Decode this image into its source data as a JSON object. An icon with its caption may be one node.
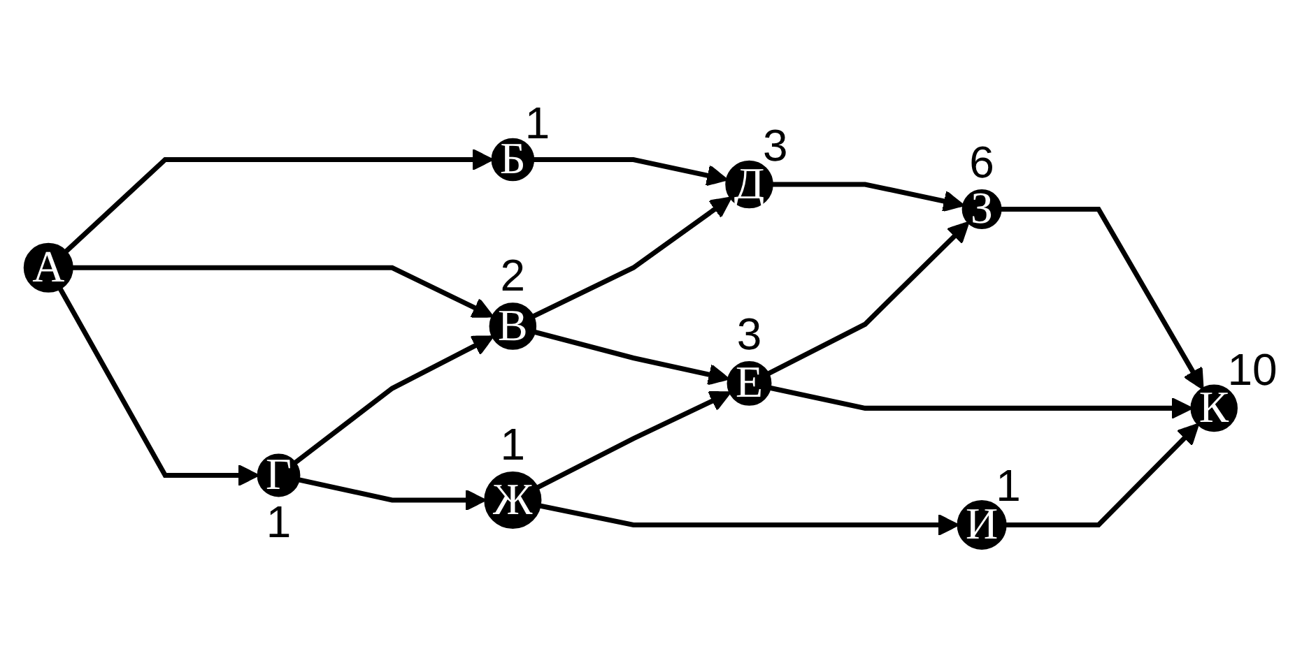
{
  "diagram": {
    "nodes": [
      {
        "text": [
          "Б"
        ],
        "beside": [
          "1"
        ]
      },
      {
        "text": [
          "Д"
        ],
        "beside": [
          "3"
        ]
      },
      {
        "text": [
          "З"
        ],
        "beside": [
          "6"
        ]
      },
      {
        "text": [
          "А"
        ]
      },
      {
        "text": [
          "В"
        ],
        "beside": [
          "2"
        ]
      },
      {
        "text": [
          "Е"
        ],
        "beside": [
          "3"
        ]
      },
      {
        "text": [
          "К"
        ],
        "beside": [
          "10"
        ]
      },
      {
        "text": [
          "Г"
        ],
        "beside": [
          "1"
        ]
      },
      {
        "text": [
          "Ж"
        ],
        "beside": [
          "1"
        ]
      },
      {
        "text": [
          "И"
        ],
        "beside": [
          "1"
        ]
      }
    ],
    "edges": [
      {
        "from": 3,
        "to": 0,
        "arrow": "to"
      },
      {
        "from": 3,
        "to": 4,
        "arrow": "to"
      },
      {
        "from": 3,
        "to": 7,
        "arrow": "to"
      },
      {
        "from": 0,
        "to": 1,
        "arrow": "to"
      },
      {
        "from": 1,
        "to": 2,
        "arrow": "to"
      },
      {
        "from": 2,
        "to": 6,
        "arrow": "to"
      },
      {
        "from": 4,
        "to": 1,
        "arrow": "to"
      },
      {
        "from": 4,
        "to": 5,
        "arrow": "to"
      },
      {
        "from": 5,
        "to": 2,
        "arrow": "to"
      },
      {
        "from": 5,
        "to": 6,
        "arrow": "to"
      },
      {
        "from": 7,
        "to": 4,
        "arrow": "to"
      },
      {
        "from": 7,
        "to": 8,
        "arrow": "to"
      },
      {
        "from": 8,
        "to": 5,
        "arrow": "to"
      },
      {
        "from": 8,
        "to": 9,
        "arrow": "to"
      },
      {
        "from": 9,
        "to": 6,
        "arrow": "to"
      }
    ]
  }
}
